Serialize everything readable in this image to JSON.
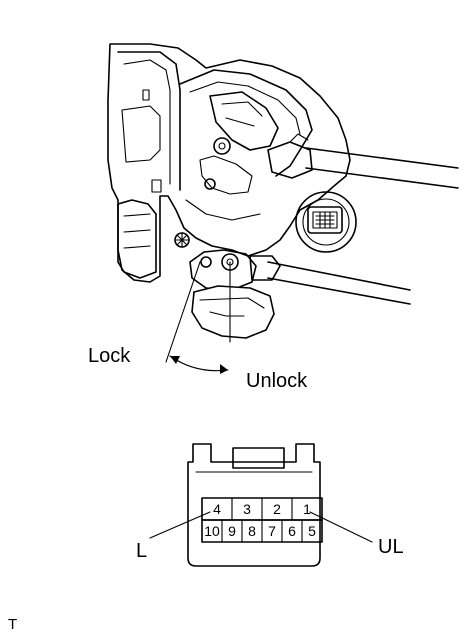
{
  "labels": {
    "lock": "Lock",
    "unlock": "Unlock",
    "connector_left": "L",
    "connector_right": "UL",
    "corner_mark": "T"
  },
  "connector": {
    "top_row": [
      "4",
      "3",
      "2",
      "1"
    ],
    "bottom_row": [
      "10",
      "9",
      "8",
      "7",
      "6",
      "5"
    ]
  }
}
